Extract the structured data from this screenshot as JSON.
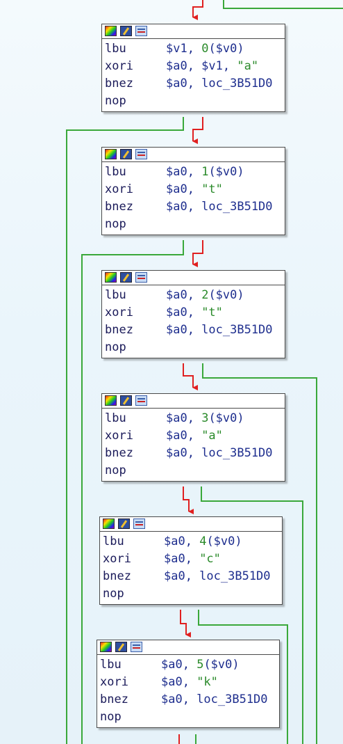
{
  "blocks": [
    {
      "lines": [
        {
          "op": "lbu",
          "a": "$v1, ",
          "n": "0",
          "b": "($v0)",
          "s": ""
        },
        {
          "op": "xori",
          "a": "$a0, $v1, ",
          "n": "",
          "b": "",
          "s": "\"a\""
        },
        {
          "op": "bnez",
          "a": "$a0, loc_3B51D0",
          "n": "",
          "b": "",
          "s": ""
        },
        {
          "op": "nop",
          "a": "",
          "n": "",
          "b": "",
          "s": ""
        }
      ]
    },
    {
      "lines": [
        {
          "op": "lbu",
          "a": "$a0, ",
          "n": "1",
          "b": "($v0)",
          "s": ""
        },
        {
          "op": "xori",
          "a": "$a0, ",
          "n": "",
          "b": "",
          "s": "\"t\""
        },
        {
          "op": "bnez",
          "a": "$a0, loc_3B51D0",
          "n": "",
          "b": "",
          "s": ""
        },
        {
          "op": "nop",
          "a": "",
          "n": "",
          "b": "",
          "s": ""
        }
      ]
    },
    {
      "lines": [
        {
          "op": "lbu",
          "a": "$a0, ",
          "n": "2",
          "b": "($v0)",
          "s": ""
        },
        {
          "op": "xori",
          "a": "$a0, ",
          "n": "",
          "b": "",
          "s": "\"t\""
        },
        {
          "op": "bnez",
          "a": "$a0, loc_3B51D0",
          "n": "",
          "b": "",
          "s": ""
        },
        {
          "op": "nop",
          "a": "",
          "n": "",
          "b": "",
          "s": ""
        }
      ]
    },
    {
      "lines": [
        {
          "op": "lbu",
          "a": "$a0, ",
          "n": "3",
          "b": "($v0)",
          "s": ""
        },
        {
          "op": "xori",
          "a": "$a0, ",
          "n": "",
          "b": "",
          "s": "\"a\""
        },
        {
          "op": "bnez",
          "a": "$a0, loc_3B51D0",
          "n": "",
          "b": "",
          "s": ""
        },
        {
          "op": "nop",
          "a": "",
          "n": "",
          "b": "",
          "s": ""
        }
      ]
    },
    {
      "lines": [
        {
          "op": "lbu",
          "a": "$a0, ",
          "n": "4",
          "b": "($v0)",
          "s": ""
        },
        {
          "op": "xori",
          "a": "$a0, ",
          "n": "",
          "b": "",
          "s": "\"c\""
        },
        {
          "op": "bnez",
          "a": "$a0, loc_3B51D0",
          "n": "",
          "b": "",
          "s": ""
        },
        {
          "op": "nop",
          "a": "",
          "n": "",
          "b": "",
          "s": ""
        }
      ]
    },
    {
      "lines": [
        {
          "op": "lbu",
          "a": "$a0, ",
          "n": "5",
          "b": "($v0)",
          "s": ""
        },
        {
          "op": "xori",
          "a": "$a0, ",
          "n": "",
          "b": "",
          "s": "\"k\""
        },
        {
          "op": "bnez",
          "a": "$a0, loc_3B51D0",
          "n": "",
          "b": "",
          "s": ""
        },
        {
          "op": "nop",
          "a": "",
          "n": "",
          "b": "",
          "s": ""
        }
      ]
    }
  ],
  "header_icons": [
    "palette-icon",
    "edit-icon",
    "xref-icon"
  ],
  "colors": {
    "edge_true": "#3aa83a",
    "edge_false": "#e02020",
    "opcode": "#1b1b5a",
    "operand": "#1e2e8e",
    "literal": "#2a8a2a"
  }
}
